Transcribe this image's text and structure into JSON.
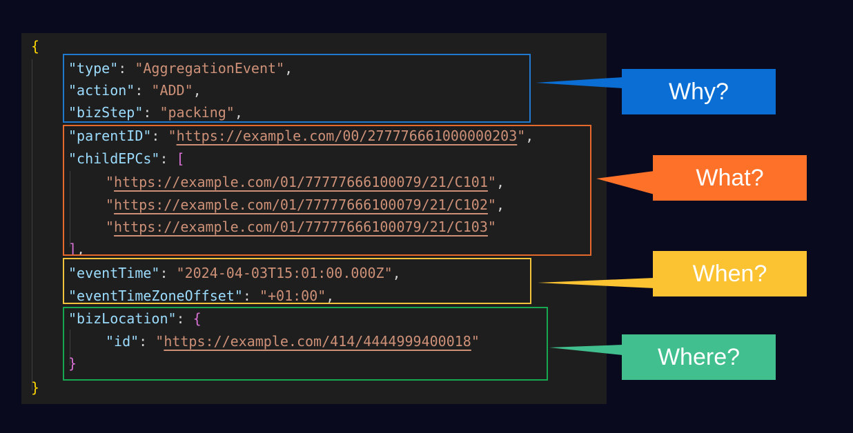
{
  "code": {
    "open_brace": "{",
    "close_brace": "}",
    "type_key": "\"type\"",
    "type_value": "\"AggregationEvent\"",
    "action_key": "\"action\"",
    "action_value": "\"ADD\"",
    "bizstep_key": "\"bizStep\"",
    "bizstep_value": "\"packing\"",
    "parentid_key": "\"parentID\"",
    "parentid_value": "https://example.com/00/277776661000000203",
    "childepcs_key": "\"childEPCs\"",
    "child_epcs": [
      "https://example.com/01/77777666100079/21/C101",
      "https://example.com/01/77777666100079/21/C102",
      "https://example.com/01/77777666100079/21/C103"
    ],
    "eventtime_key": "\"eventTime\"",
    "eventtime_value": "\"2024-04-03T15:01:00.000Z\"",
    "eventtimezone_key": "\"eventTimeZoneOffset\"",
    "eventtimezone_value": "\"+01:00\"",
    "bizlocation_key": "\"bizLocation\"",
    "id_key": "\"id\"",
    "id_value": "https://example.com/414/4444999400018"
  },
  "callouts": {
    "why": "Why?",
    "what": "What?",
    "when": "When?",
    "where": "Where?"
  },
  "colors": {
    "why": "#0a6ed4",
    "what": "#fe7129",
    "when": "#fbc232",
    "where": "#42bf8e",
    "background": "#0a0a1e",
    "editor": "#1e1e1e"
  }
}
